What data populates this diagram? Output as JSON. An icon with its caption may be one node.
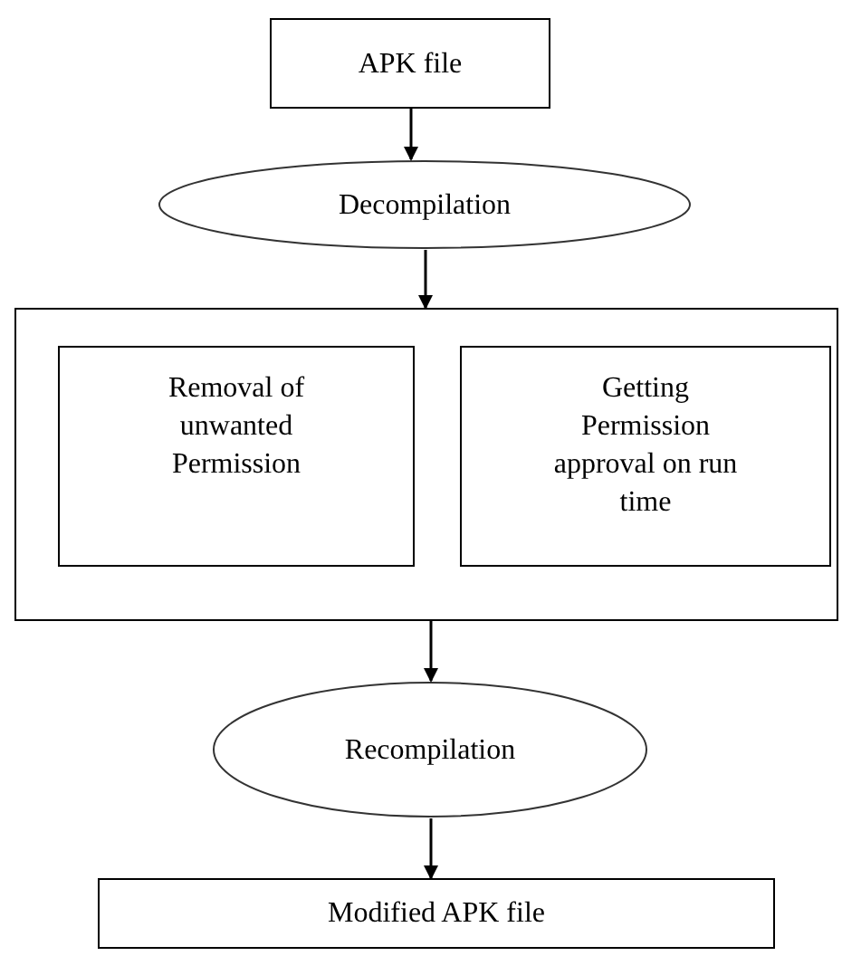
{
  "diagram": {
    "nodes": [
      {
        "text": [
          "APK file"
        ]
      },
      {
        "text": [
          "Decompilation"
        ]
      },
      {
        "text": [],
        "shape": "box"
      },
      {
        "text": [
          "Removal of unwanted Permission"
        ],
        "in": 2
      },
      {
        "text": [
          "Getting Permission approval on run time"
        ],
        "in": 2
      },
      {
        "text": [
          "Recompilation"
        ]
      },
      {
        "text": [
          "Modified APK file"
        ]
      }
    ],
    "edges": [
      {
        "from": 0,
        "to": 1,
        "arrow": "to"
      },
      {
        "from": 1,
        "to": 2,
        "arrow": "to"
      },
      {
        "from": 2,
        "to": 5,
        "arrow": "to"
      },
      {
        "from": 5,
        "to": 6,
        "arrow": "to"
      }
    ]
  }
}
